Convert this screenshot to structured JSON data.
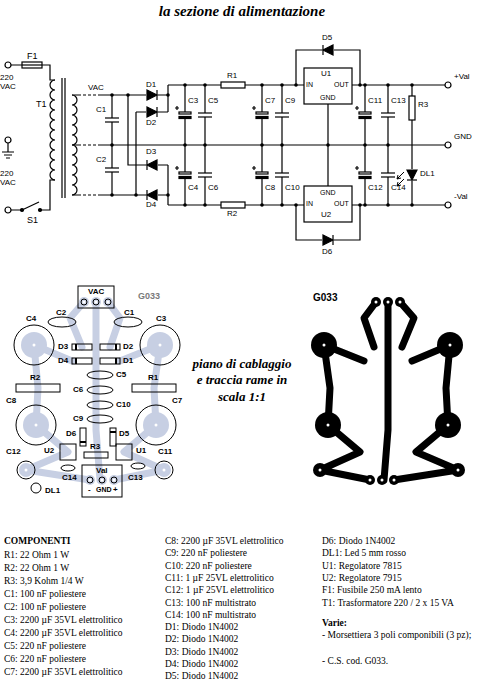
{
  "diagram": {
    "title": "la sezione di alimentazione",
    "caption": "piano di cablaggio e traccia rame in scala 1:1",
    "labels": [
      "F1",
      "220 VAC",
      "220 VAC",
      "S1",
      "T1",
      "VAC",
      "C1",
      "C2",
      "D1",
      "D2",
      "D3",
      "D4",
      "C3",
      "C5",
      "C7",
      "C9",
      "R1",
      "U1",
      "IN",
      "OUT",
      "GND",
      "D5",
      "C11",
      "C13",
      "R3",
      "DL1",
      "+Val",
      "GND",
      "C4",
      "C6",
      "C8",
      "C10",
      "R2",
      "GND",
      "IN",
      "OUT",
      "U2",
      "D6",
      "C12",
      "C14",
      "-Val",
      "VAC",
      "G033",
      "C4",
      "C2",
      "C1",
      "C3",
      "D3",
      "D2",
      "D4",
      "D1",
      "R2",
      "C5",
      "R1",
      "C6",
      "C8",
      "C7",
      "C10",
      "C9",
      "D6",
      "R3",
      "D5",
      "C12",
      "U2",
      "U1",
      "C11",
      "C14",
      "Val",
      "C13",
      "DL1",
      "-",
      "GND",
      "+",
      "G033",
      "COMPONENTI",
      "R1: 22 Ohm 1 W",
      "R2: 22 Ohm 1 W",
      "R3: 3,9 Kohm 1/4 W",
      "C1: 100 nF poliestere",
      "C2: 100 nF poliestere",
      "C3: 2200 µF 35VL elettrolitico",
      "C4: 2200 µF 35VL elettrolitico",
      "C5: 220 nF poliestere",
      "C6: 220 nF poliestere",
      "C7: 2200 µF 35VL elettrolitico",
      "C8: 2200 µF 35VL elettrolitico",
      "C9: 220 nF poliestere",
      "C10: 220 nF poliestere",
      "C11: 1 µF 25VL elettrolitico",
      "C12: 1 µF 25VL elettrolitico",
      "C13: 100 nF multistrato",
      "C14: 100 nF multistrato",
      "D1: Diodo 1N4002",
      "D2: Diodo 1N4002",
      "D3: Diodo 1N4002",
      "D4: Diodo 1N4002",
      "D5: Diodo 1N4002",
      "D6: Diodo 1N4002",
      "DL1: Led 5 mm rosso",
      "U1: Regolatore 7815",
      "U2: Regolatore 7915",
      "F1: Fusibile 250 mA lento",
      "T1: Trasformatore 220 / 2 x 15 VA",
      "Varie:",
      "- Morsettiera 3 poli componibili (3 pz);",
      "- C.S. cod. G033."
    ]
  }
}
